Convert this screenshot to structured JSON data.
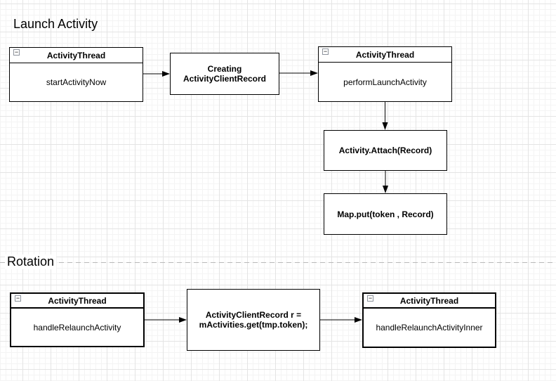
{
  "canvas": {
    "background": "#ffffff",
    "grid_minor_color": "#f4f4f4",
    "grid_major_color": "#e4e4e4",
    "section_divider_color": "#b9b9b9",
    "arrow_color": "#000000",
    "node_border_color": "#000000",
    "node_fill_color": "#ffffff"
  },
  "sections": {
    "launch": {
      "title": "Launch Activity"
    },
    "rotation": {
      "title": "Rotation"
    }
  },
  "launch_flow": {
    "activity_thread_start": {
      "title": "ActivityThread",
      "member": "startActivityNow"
    },
    "creating_record": {
      "label": "Creating\nActivityClientRecord"
    },
    "activity_thread_perform": {
      "title": "ActivityThread",
      "member": "performLaunchActivity"
    },
    "activity_attach": {
      "label": "Activity.Attach(Record)"
    },
    "map_put": {
      "label": "Map.put(token , Record)"
    }
  },
  "rotation_flow": {
    "activity_thread_handle": {
      "title": "ActivityThread",
      "member": "handleRelaunchActivity"
    },
    "get_record": {
      "label": "ActivityClientRecord r =\nmActivities.get(tmp.token);"
    },
    "activity_thread_inner": {
      "title": "ActivityThread",
      "member": "handleRelaunchActivityInner"
    }
  },
  "icons": {
    "collapse_glyph": "−"
  }
}
